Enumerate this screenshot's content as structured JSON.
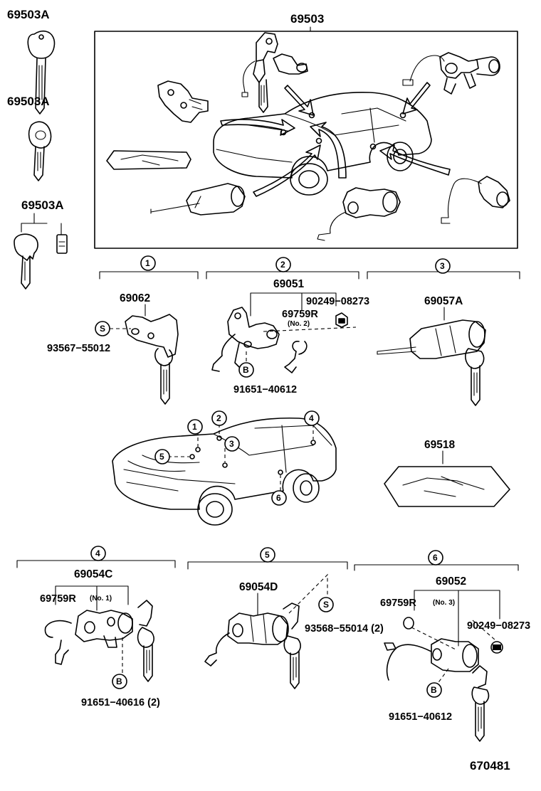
{
  "diagram": {
    "box_label": "69503",
    "keys": [
      "69503A",
      "69503A",
      "69503A"
    ],
    "sections": [
      {
        "marker": "1",
        "title": "69062",
        "labels": [
          "93567−55012"
        ],
        "circle_letters": [
          "S"
        ]
      },
      {
        "marker": "2",
        "title": "69051",
        "labels": [
          "90249−08273",
          "69759R",
          "(No. 2)",
          "91651−40612"
        ],
        "circle_letters": [
          "B"
        ]
      },
      {
        "marker": "3",
        "title": "69057A",
        "labels": [],
        "circle_letters": []
      },
      {
        "marker": "4",
        "title": "69054C",
        "labels": [
          "69759R",
          "(No. 1)",
          "91651−40616 (2)"
        ],
        "circle_letters": [
          "B"
        ]
      },
      {
        "marker": "5",
        "title": "69054D",
        "labels": [
          "93568−55014 (2)"
        ],
        "circle_letters": [
          "S"
        ]
      },
      {
        "marker": "6",
        "title": "69052",
        "labels": [
          "69759R",
          "(No. 3)",
          "90249−08273",
          "91651−40612"
        ],
        "circle_letters": [
          "B"
        ]
      }
    ],
    "car_markers": [
      "1",
      "2",
      "3",
      "4",
      "5",
      "6"
    ],
    "card_label": "69518",
    "figure_id": "670481"
  }
}
